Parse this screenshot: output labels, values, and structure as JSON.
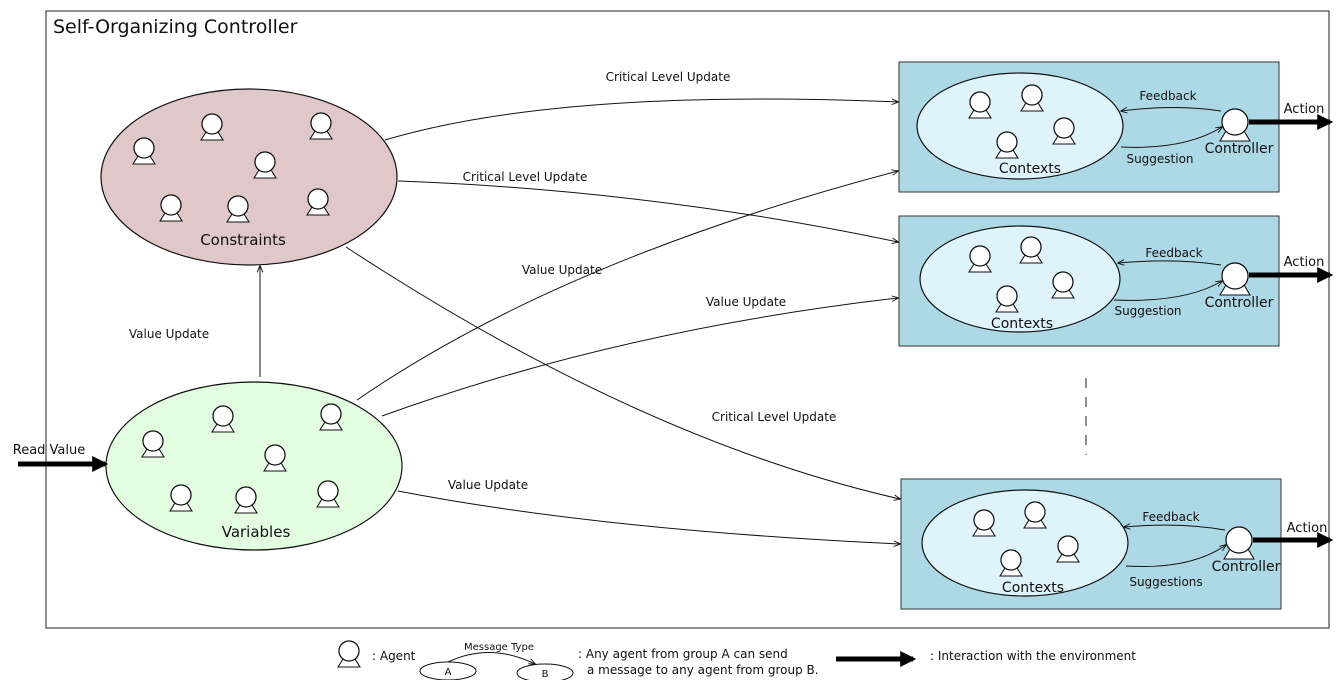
{
  "diagram": {
    "title": "Self-Organizing Controller",
    "constraints_label": "Constraints",
    "variables_label": "Variables",
    "read_value": "Read Value",
    "dots": "....",
    "edges": {
      "critical_level_update_1": "Critical Level Update",
      "critical_level_update_2": "Critical Level Update",
      "critical_level_update_3": "Critical Level Update",
      "value_update_to_constraints": "Value Update",
      "value_update_1": "Value Update",
      "value_update_2": "Value Update",
      "value_update_3": "Value Update"
    },
    "controllers": [
      {
        "contexts": "Contexts",
        "controller": "Controller",
        "feedback": "Feedback",
        "suggestion": "Suggestion",
        "action": "Action"
      },
      {
        "contexts": "Contexts",
        "controller": "Controller",
        "feedback": "Feedback",
        "suggestion": "Suggestion",
        "action": "Action"
      },
      {
        "contexts": "Contexts",
        "controller": "Controller",
        "feedback": "Feedback",
        "suggestion": "Suggestions",
        "action": "Action"
      }
    ],
    "colors": {
      "constraints_fill": "#e0c8c8",
      "variables_fill": "#e2fde0",
      "controller_box": "#add8e6",
      "contexts_fill": "#dff4fa"
    }
  },
  "legend": {
    "agent": ": Agent",
    "message_type": "Message Type",
    "group_a": "A",
    "group_b": "B",
    "message_desc_1": ": Any agent from group A can send",
    "message_desc_2": "a message to any agent from group B.",
    "interaction": ": Interaction with the environment"
  }
}
